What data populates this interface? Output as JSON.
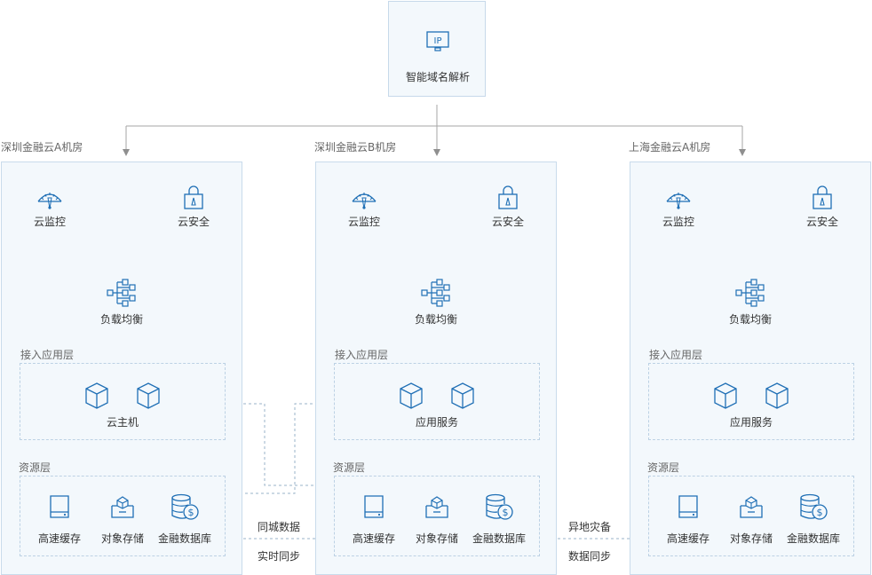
{
  "dns": {
    "label": "智能域名解析",
    "icon_text": "IP",
    "icon": "ip-address-icon"
  },
  "datacenters": [
    {
      "title": "深圳金融云A机房",
      "monitor": "云监控",
      "security": "云安全",
      "lb": "负载均衡",
      "access_layer_title": "接入应用层",
      "access_label": "云主机",
      "resource_layer_title": "资源层",
      "storage": [
        "高速缓存",
        "对象存储",
        "金融数据库"
      ]
    },
    {
      "title": "深圳金融云B机房",
      "monitor": "云监控",
      "security": "云安全",
      "lb": "负载均衡",
      "access_layer_title": "接入应用层",
      "access_label": "应用服务",
      "resource_layer_title": "资源层",
      "storage": [
        "高速缓存",
        "对象存储",
        "金融数据库"
      ]
    },
    {
      "title": "上海金融云A机房",
      "monitor": "云监控",
      "security": "云安全",
      "lb": "负载均衡",
      "access_layer_title": "接入应用层",
      "access_label": "应用服务",
      "resource_layer_title": "资源层",
      "storage": [
        "高速缓存",
        "对象存储",
        "金融数据库"
      ]
    }
  ],
  "sync_local": {
    "line1": "同城数据",
    "line2": "实时同步"
  },
  "sync_remote": {
    "line1": "异地灾备",
    "line2": "数据同步"
  },
  "colors": {
    "icon": "#1f6fb5",
    "line": "#9a9a9a",
    "panel": "#f3f8fc",
    "panel_border": "#c9dbeb",
    "dashed": "#bcd1e4"
  }
}
